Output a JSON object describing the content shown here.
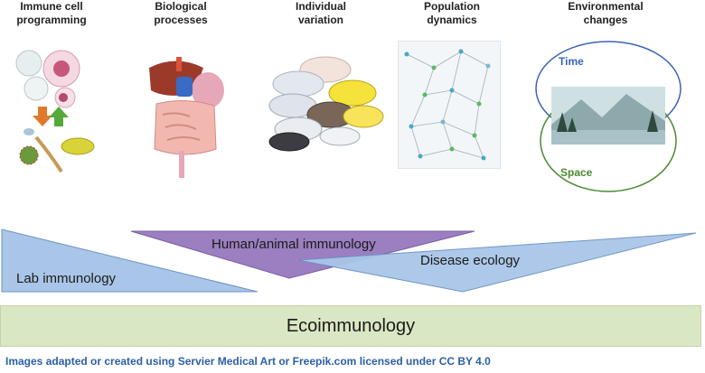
{
  "topics": [
    {
      "line1": "Immune cell",
      "line2": "programming"
    },
    {
      "line1": "Biological",
      "line2": "processes"
    },
    {
      "line1": "Individual",
      "line2": "variation"
    },
    {
      "line1": "Population",
      "line2": "dynamics"
    },
    {
      "line1": "Environmental",
      "line2": "changes"
    }
  ],
  "venn": {
    "top_label": "Time",
    "bottom_label": "Space"
  },
  "wedges": {
    "lab": "Lab immunology",
    "human_animal": "Human/animal immunology",
    "disease_ecology": "Disease ecology"
  },
  "foundation": "Ecoimmunology",
  "credit": "Images adapted or created using Servier Medical Art or Freepik.com  licensed under CC BY 4.0",
  "colors": {
    "blue_wedge": "#a9c6e8",
    "purple_wedge": "#9b7fc0",
    "green_bar": "#d9e7c4",
    "credit_text": "#2b5fa6"
  }
}
